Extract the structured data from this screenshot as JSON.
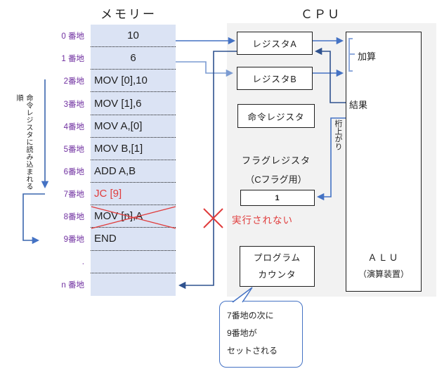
{
  "titles": {
    "memory": "メモリー",
    "cpu": "ＣＰＵ"
  },
  "memory": {
    "side_note": "命令レジスタに読み込まれる順",
    "rows": [
      {
        "address": "0 番地",
        "value": "10",
        "align": "center"
      },
      {
        "address": "1 番地",
        "value": "6",
        "align": "center"
      },
      {
        "address": "2番地",
        "value": "MOV [0],10"
      },
      {
        "address": "3番地",
        "value": "MOV [1],6"
      },
      {
        "address": "4番地",
        "value": "MOV A,[0]"
      },
      {
        "address": "5番地",
        "value": "MOV B,[1]"
      },
      {
        "address": "6番地",
        "value": "ADD A,B"
      },
      {
        "address": "7番地",
        "value": "JC [9]",
        "emphasis": "red"
      },
      {
        "address": "8番地",
        "value": "MOV [n],A",
        "crossed": true
      },
      {
        "address": "9番地",
        "value": "END"
      },
      {
        "address": ".",
        "value": ""
      },
      {
        "address": "n 番地",
        "value": ""
      }
    ]
  },
  "cpu": {
    "register_a": "レジスタA",
    "register_b": "レジスタB",
    "instruction_register": "命令レジスタ",
    "flag_register_title": "フラグレジスタ",
    "flag_register_subtitle": "（Cフラグ用）",
    "flag_value": "1",
    "program_counter": [
      "プログラム",
      "カウンタ"
    ],
    "alu_name": "ＡＬＵ",
    "alu_subtitle": "（演算装置）",
    "labels": {
      "add": "加算",
      "result": "結果",
      "carry": "桁上がり"
    }
  },
  "annotations": {
    "not_executed": "実行されない",
    "callout": [
      "7番地の次に",
      "9番地が",
      "セットされる"
    ]
  },
  "colors": {
    "accent_blue": "#4472C4",
    "light_step_blue": "#7B9BD2",
    "dark_blue": "#2F528F",
    "bracket_blue": "#8FAADC",
    "red": "#E03C3C",
    "address_purple": "#7030A0",
    "memory_fill": "#DBE3F4",
    "cpu_fill": "#F2F2F2"
  }
}
